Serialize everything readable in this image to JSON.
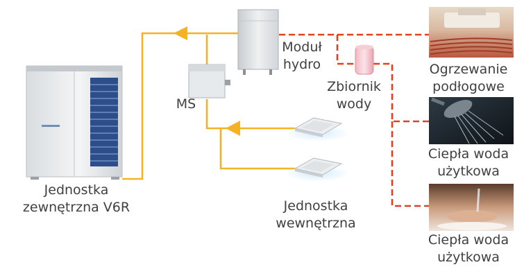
{
  "labels": {
    "outdoor_unit": [
      "Jednostka",
      "zewnętrzna V6R"
    ],
    "indoor_unit": [
      "Jednostka",
      "wewnętrzna"
    ],
    "ms_box": "MS",
    "hydro_module": [
      "Moduł",
      "hydro"
    ],
    "water_tank": [
      "Zbiornik",
      "wody"
    ],
    "floor_heating": [
      "Ogrzewanie",
      "podłogowe"
    ],
    "hot_water_1": [
      "Ciepła woda",
      "użytkowa"
    ],
    "hot_water_2": [
      "Ciepła woda",
      "użytkowa"
    ]
  },
  "colors": {
    "refrigerant_line": "#f5b323",
    "water_line": "#e0401c",
    "text": "#404040"
  },
  "icons": {
    "outdoor_unit": "vrf-outdoor-unit-icon",
    "hydro_module": "hydro-module-icon",
    "ms_box": "ms-box-icon",
    "water_tank": "water-tank-icon",
    "indoor_unit": "cassette-indoor-unit-icon",
    "floor_heating": "floor-heating-photo",
    "shower": "shower-photo",
    "hand_wash": "hand-wash-photo"
  }
}
